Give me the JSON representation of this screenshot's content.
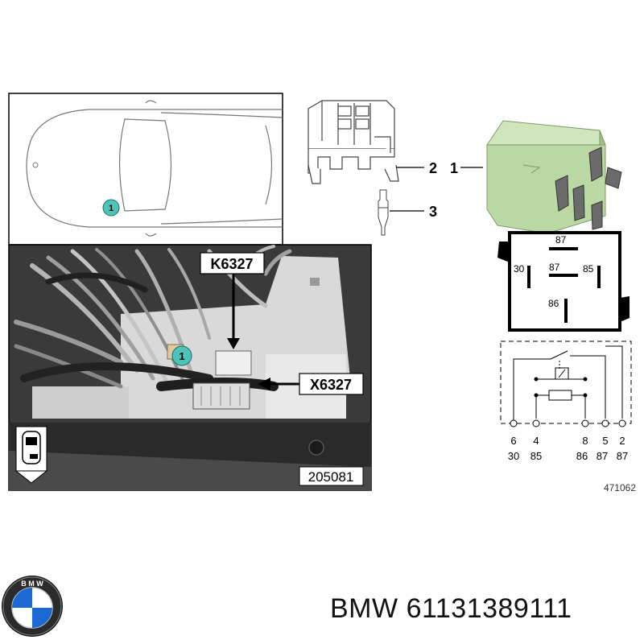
{
  "car_panel": {
    "marker": "1"
  },
  "engine_photo": {
    "callout_top": "K6327",
    "callout_side": "X6327",
    "marker": "1",
    "photo_number": "205081"
  },
  "parts": {
    "item_1": "1",
    "item_2": "2",
    "item_3": "3"
  },
  "relay_pinout": {
    "pin_top": "87",
    "pin_left": "30",
    "pin_center": "87",
    "pin_right": "85",
    "pin_bottom": "86"
  },
  "circuit": {
    "pin_numbers": [
      "6",
      "4",
      "8",
      "5",
      "2"
    ],
    "terminal_labels": [
      "30",
      "85",
      "86",
      "87",
      "87"
    ],
    "diagram_number": "471062"
  },
  "brand": {
    "name": "BMW",
    "logo_text": "B M W"
  },
  "part_number": "61131389111",
  "colors": {
    "relay_green": "#b9d8a4",
    "marker_teal": "#4cc4b8",
    "box_black": "#000000"
  }
}
